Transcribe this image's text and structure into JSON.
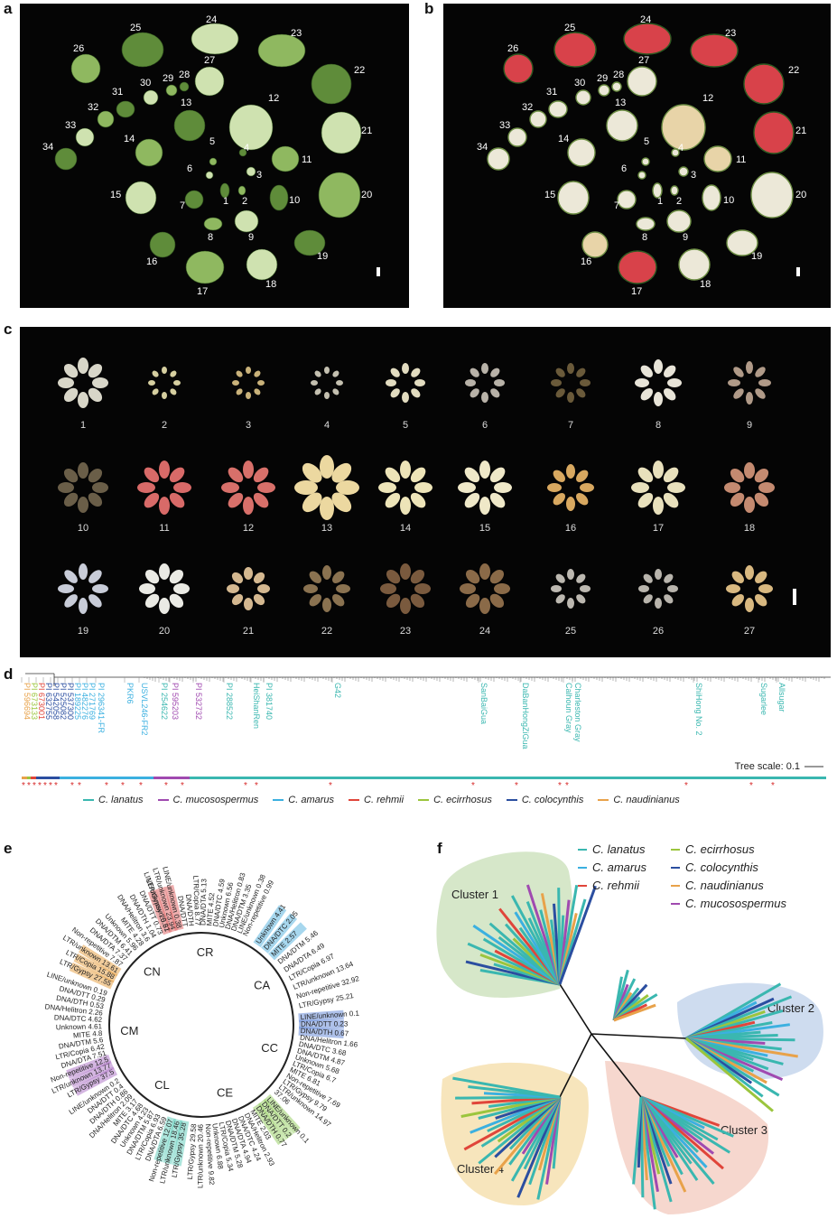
{
  "panels": {
    "a": "a",
    "b": "b",
    "c": "c",
    "d": "d",
    "e": "e",
    "f": "f"
  },
  "panel_a": {
    "fruit_labels": [
      "1",
      "2",
      "3",
      "4",
      "5",
      "6",
      "7",
      "8",
      "9",
      "10",
      "11",
      "12",
      "13",
      "14",
      "15",
      "16",
      "17",
      "18",
      "19",
      "20",
      "21",
      "22",
      "23",
      "24",
      "25",
      "26",
      "27",
      "28",
      "29",
      "30",
      "31",
      "32",
      "33",
      "34"
    ]
  },
  "panel_b": {
    "fruit_labels": [
      "1",
      "2",
      "3",
      "4",
      "5",
      "6",
      "7",
      "8",
      "9",
      "10",
      "11",
      "12",
      "13",
      "14",
      "15",
      "16",
      "17",
      "18",
      "19",
      "20",
      "21",
      "22",
      "23",
      "24",
      "25",
      "26",
      "27",
      "28",
      "29",
      "30",
      "31",
      "32",
      "33",
      "34"
    ]
  },
  "panel_c": {
    "seed_labels": [
      "1",
      "2",
      "3",
      "4",
      "5",
      "6",
      "7",
      "8",
      "9",
      "10",
      "11",
      "12",
      "13",
      "14",
      "15",
      "16",
      "17",
      "18",
      "19",
      "20",
      "21",
      "22",
      "23",
      "24",
      "25",
      "26",
      "27"
    ]
  },
  "panel_d": {
    "tree_scale_label": "Tree scale: 0.1",
    "accessions": [
      {
        "name": "PI 596694",
        "color": "#e8a24a"
      },
      {
        "name": "PI 673133",
        "color": "#9bc53d"
      },
      {
        "name": "PI 673001",
        "color": "#e0453a"
      },
      {
        "name": "PI 632755",
        "color": "#2b4ea0"
      },
      {
        "name": "PI 542058",
        "color": "#2b4ea0"
      },
      {
        "name": "PI 525082",
        "color": "#2b4ea0"
      },
      {
        "name": "PI 537300",
        "color": "#2b4ea0"
      },
      {
        "name": "PI 189225",
        "color": "#3bb0e0"
      },
      {
        "name": "PI 482276",
        "color": "#3bb0e0"
      },
      {
        "name": "PI 271769",
        "color": "#3bb0e0"
      },
      {
        "name": "PI 296341-FR",
        "color": "#3bb0e0"
      },
      {
        "name": "PKR6",
        "color": "#3bb0e0"
      },
      {
        "name": "USVL246-FR2",
        "color": "#3bb0e0"
      },
      {
        "name": "PI 254622",
        "color": "#3ab7b0"
      },
      {
        "name": "PI 595203",
        "color": "#a04ab0"
      },
      {
        "name": "PI 532732",
        "color": "#a04ab0"
      },
      {
        "name": "PI 288522",
        "color": "#3ab7b0"
      },
      {
        "name": "HeiShanRen",
        "color": "#3ab7b0"
      },
      {
        "name": "PI 381740",
        "color": "#3ab7b0"
      },
      {
        "name": "G42",
        "color": "#3ab7b0"
      },
      {
        "name": "SanBaiGua",
        "color": "#3ab7b0"
      },
      {
        "name": "DaBanHongZiGua",
        "color": "#3ab7b0"
      },
      {
        "name": "Calhoun Gray",
        "color": "#3ab7b0"
      },
      {
        "name": "Charleston Gray",
        "color": "#3ab7b0"
      },
      {
        "name": "ShiHong No. 2",
        "color": "#3ab7b0"
      },
      {
        "name": "Sugarlee",
        "color": "#3ab7b0"
      },
      {
        "name": "Allsugar",
        "color": "#3ab7b0"
      }
    ],
    "legend": [
      {
        "name": "C. lanatus",
        "color": "#3ab7b0"
      },
      {
        "name": "C. mucosospermus",
        "color": "#a04ab0"
      },
      {
        "name": "C. amarus",
        "color": "#3bb0e0"
      },
      {
        "name": "C. rehmii",
        "color": "#e0453a"
      },
      {
        "name": "C. ecirrhosus",
        "color": "#9bc53d"
      },
      {
        "name": "C. colocynthis",
        "color": "#2b4ea0"
      },
      {
        "name": "C. naudinianus",
        "color": "#e8a24a"
      }
    ]
  },
  "panel_e": {
    "groups": [
      {
        "name": "CR",
        "color": "#e06a6a",
        "items": [
          "LTR/Gypsy 25.67",
          "LTR/unknown 23.94",
          "LINE/unknown 0.38",
          "DNA/DTT",
          "DNA/DTH",
          "LTR/Copia 8.77",
          "DNA/DTA 5.13",
          "MITE 4.52",
          "DNA/DTC 4.59",
          "Unknown 6.56",
          "DNA/Helitron 0.83",
          "DNA/DTM 3.35",
          "LINE/unknown 0.38",
          "Non-repetitive 0.99"
        ]
      },
      {
        "name": "CA",
        "color": "#5fb6e0",
        "items": [
          "Unknown 4.41",
          "DNA/DTC 2.05",
          "MITE 2.57",
          "DNA/DTM 5.46",
          "DNA/DTA 6.49",
          "LTR/Copia 6.97",
          "LTR/unknown 13.64",
          "Non-repetitive 32.92",
          "LTR/Gypsy 25.21"
        ]
      },
      {
        "name": "CC",
        "color": "#6c8ed8",
        "items": [
          "LINE/unknown 0.1",
          "DNA/DTT 0.23",
          "DNA/DTH 0.67",
          "DNA/Helitron 1.66",
          "DNA/DTC 3.68",
          "DNA/DTM 4.87",
          "Unknown 5.68",
          "LTR/Copia 6.7",
          "MITE 6.81",
          "Non-repetitive 7.69",
          "LTR/Gypsy 9.79",
          "LTR/unknown 14.97",
          "37.06"
        ]
      },
      {
        "name": "CE",
        "color": "#9ad06a",
        "items": [
          "LINE/unknown 0.1",
          "DNA/DTT 0.2",
          "DNA/DTH 0.77",
          "MITE 2.03",
          "DNA/Helitron 2.93",
          "DNA/DTC 4.24",
          "DNA/DTA 4.94",
          "DNA/DTM 5.28",
          "LTR/Copia 5.34",
          "Unknown 6.88",
          "Non-repetitive 9.82",
          "LTR/unknown 20.46",
          "LTR/Gypsy 29.58"
        ]
      },
      {
        "name": "CL",
        "color": "#6ad0c0",
        "items": [
          "LTR/Gypsy 35.28",
          "LTR/unknown 18.46",
          "Non-repetitive 12.07",
          "DNA/DTA 6.59",
          "LTR/Copia 6.93",
          "DNA/DTM 5.87",
          "Unknown 4.23",
          "DNA/DTC 4.68",
          "MITE 3.17",
          "DNA/Helitron 2.09",
          "DNA/DTH 0.86",
          "DNA/DTT 0.4",
          "LINE/unknown 0.2"
        ]
      },
      {
        "name": "CM",
        "color": "#b07ac8",
        "items": [
          "LTR/Gypsy 37.5",
          "LTR/unknown 13.77",
          "Non-repetitive 12.5",
          "DNA/DTA 7.51",
          "LTR/Copia 6.42",
          "DNA/DTM 5.6",
          "MITE 4.8",
          "Unknown 4.61",
          "DNA/DTC 4.62",
          "DNA/Helitron 2.26",
          "DNA/DTH 0.53",
          "DNA/DTT 0.29",
          "LINE/unknown 0.19"
        ]
      },
      {
        "name": "CN",
        "color": "#e8a44a",
        "items": [
          "LTR/Gypsy 27.55",
          "LTR/Copia 15.88",
          "LTR/unknown 13.61",
          "Non-repetitive 7.87",
          "DNA/DTA 7.37",
          "DNA/DTM 6.41",
          "Unknown 5.96",
          "MITE 4.28",
          "DNA/Helitron 3.6",
          "DNA/DTH 1.04",
          "DNA/DTT 0.73",
          "LINE/unknown 0.31"
        ]
      }
    ]
  },
  "panel_f": {
    "clusters": [
      "Cluster 1",
      "Cluster 2",
      "Cluster 3",
      "Cluster 4"
    ],
    "legend": [
      {
        "name": "C. lanatus",
        "color": "#3ab7b0"
      },
      {
        "name": "C. amarus",
        "color": "#3bb0e0"
      },
      {
        "name": "C. rehmii",
        "color": "#e0453a"
      },
      {
        "name": "C. ecirrhosus",
        "color": "#9bc53d"
      },
      {
        "name": "C. colocynthis",
        "color": "#2b4ea0"
      },
      {
        "name": "C. naudinianus",
        "color": "#e8a24a"
      },
      {
        "name": "C. mucosospermus",
        "color": "#a04ab0"
      }
    ]
  }
}
